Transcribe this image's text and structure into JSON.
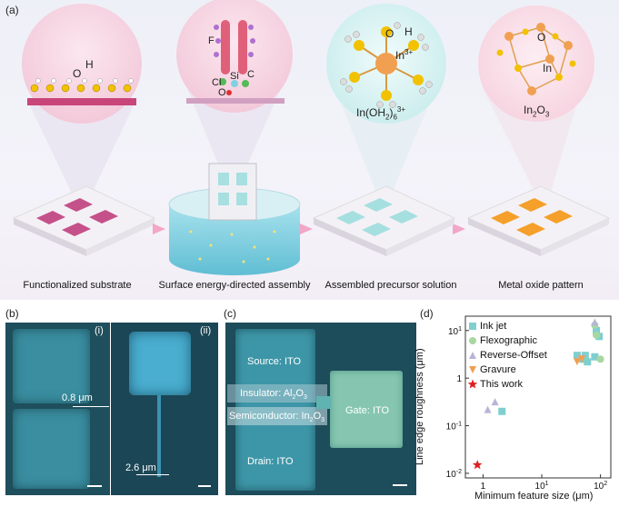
{
  "panel_labels": {
    "a": "(a)",
    "b": "(b)",
    "c": "(c)",
    "d": "(d)"
  },
  "schematic": {
    "captions": [
      "Functionalized substrate",
      "Surface energy-directed assembly",
      "Assembled precursor solution",
      "Metal oxide pattern"
    ],
    "bubble1": {
      "o": "O",
      "h": "H"
    },
    "bubble2": {
      "f": "F",
      "cl": "Cl",
      "si": "Si",
      "c": "C",
      "o": "O"
    },
    "bubble3": {
      "o": "O",
      "h": "H",
      "in3": "In",
      "in3_sup": "3+",
      "formula": "In(OH",
      "formula_sub": "2",
      "formula_mid": ")",
      "formula_sub2": "6",
      "formula_sup": "3+"
    },
    "bubble4": {
      "o": "O",
      "in": "In",
      "formula": "In",
      "formula_sub": "2",
      "formula_mid": "O",
      "formula_sub2": "3"
    }
  },
  "micrograph_b": {
    "sub_i": "(i)",
    "sub_ii": "(ii)",
    "gap_label": "0.8 μm",
    "line_label": "2.6 μm"
  },
  "micrograph_c": {
    "source": "Source: ITO",
    "insulator": "Insulator: Al",
    "insulator_sub": "2",
    "insulator_o": "O",
    "insulator_sub2": "3",
    "semi": "Semiconductor: In",
    "semi_sub": "2",
    "semi_o": "O",
    "semi_sub2": "3",
    "drain": "Drain: ITO",
    "gate": "Gate: ITO"
  },
  "colors": {
    "ink_jet": "#7fcfcf",
    "flexographic": "#a8d8a0",
    "reverse_offset": "#b8b4d8",
    "gravure": "#f0a050",
    "this_work": "#e02020"
  },
  "chart_data": {
    "type": "scatter",
    "xlabel": "Minimum feature size (μm)",
    "ylabel": "Line edge roughness (μm)",
    "xscale": "log",
    "yscale": "log",
    "xlim": [
      0.5,
      150
    ],
    "ylim": [
      0.008,
      20
    ],
    "xticks": [
      {
        "v": 1,
        "label": "1"
      },
      {
        "v": 10,
        "label": "10"
      },
      {
        "v": 100,
        "label": "10"
      }
    ],
    "xtick_sup": [
      "",
      "1",
      "2"
    ],
    "yticks": [
      {
        "v": 0.01,
        "label": "10",
        "sup": "-2"
      },
      {
        "v": 0.1,
        "label": "10",
        "sup": "-1"
      },
      {
        "v": 1,
        "label": "1",
        "sup": ""
      },
      {
        "v": 10,
        "label": "10",
        "sup": "1"
      }
    ],
    "legend_position": "top-left",
    "series": [
      {
        "name": "Ink jet",
        "marker": "square",
        "color": "#7fcfcf",
        "points": [
          [
            40,
            3
          ],
          [
            50,
            2.5
          ],
          [
            55,
            3
          ],
          [
            60,
            2.2
          ],
          [
            80,
            2.8
          ],
          [
            95,
            7.5
          ],
          [
            85,
            10
          ]
        ]
      },
      {
        "name": "Flexographic",
        "marker": "circle",
        "color": "#a8d8a0",
        "points": [
          [
            80,
            13
          ],
          [
            100,
            2.5
          ],
          [
            85,
            8
          ]
        ]
      },
      {
        "name": "Reverse-Offset",
        "marker": "triangle-up",
        "color": "#b8b4d8",
        "points": [
          [
            1.2,
            0.22
          ],
          [
            1.6,
            0.32
          ],
          [
            80,
            15
          ],
          [
            45,
            2.8
          ]
        ]
      },
      {
        "name": "Gravure",
        "marker": "triangle-down",
        "color": "#f0a050",
        "points": [
          [
            40,
            2.2
          ],
          [
            48,
            2.5
          ]
        ]
      },
      {
        "name": "This work",
        "marker": "star",
        "color": "#e02020",
        "points": [
          [
            0.8,
            0.015
          ]
        ]
      }
    ],
    "extra_ink_jet_low": [
      [
        2.1,
        0.2
      ]
    ]
  }
}
